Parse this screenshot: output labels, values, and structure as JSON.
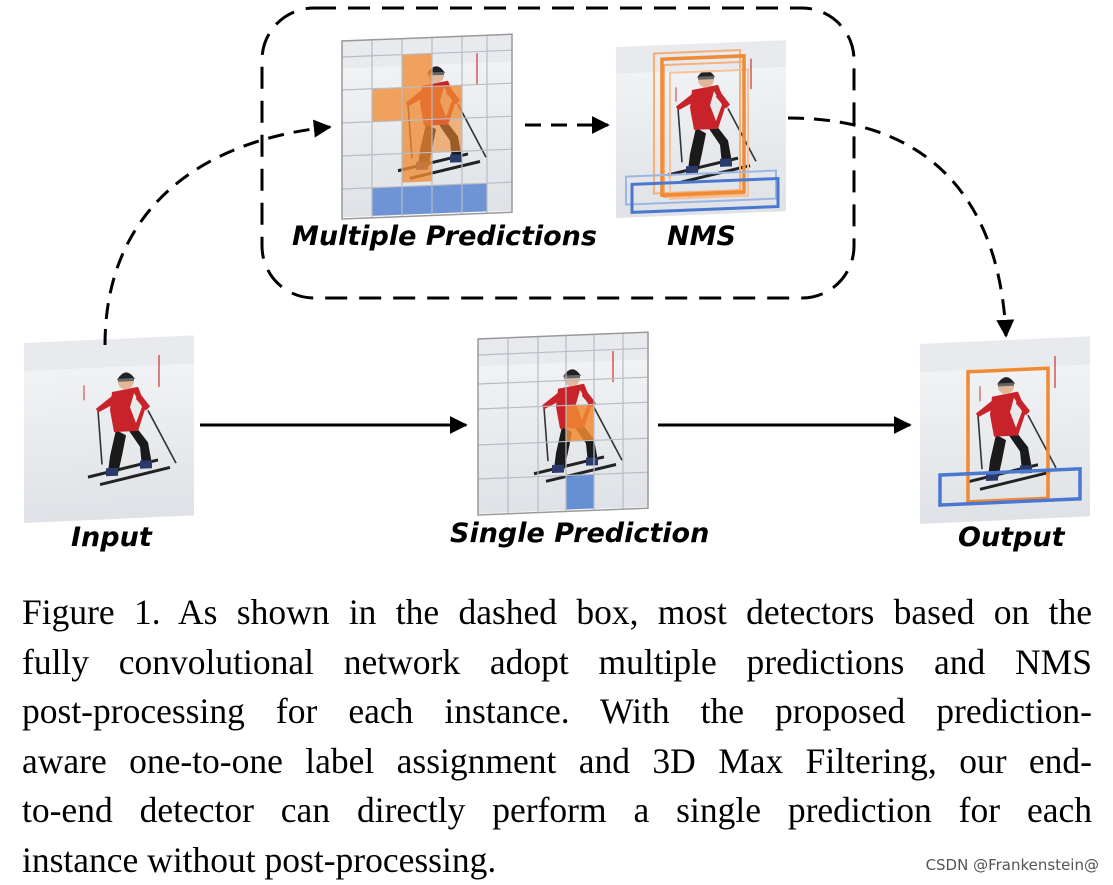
{
  "labels": {
    "multiple_predictions": "Multiple Predictions",
    "nms": "NMS",
    "input": "Input",
    "single_prediction": "Single Prediction",
    "output": "Output"
  },
  "caption": {
    "lines": [
      "Figure 1. As shown in the dashed box, most detectors based on the",
      "fully convolutional network adopt multiple predictions and NMS",
      "post-processing for each instance.  With the proposed prediction-",
      "aware one-to-one label assignment and 3D Max Filtering, our end-",
      "to-end detector can directly perform a single prediction for each",
      "instance without post-processing."
    ]
  },
  "watermark": "CSDN @Frankenstein@",
  "colors": {
    "orange_box": "#f08a33",
    "orange_cell": "#f29a55",
    "blue_box": "#4a78cf",
    "blue_cell": "#5a86d2",
    "skier_jacket": "#c8232a",
    "snow": "#e9ecef"
  }
}
